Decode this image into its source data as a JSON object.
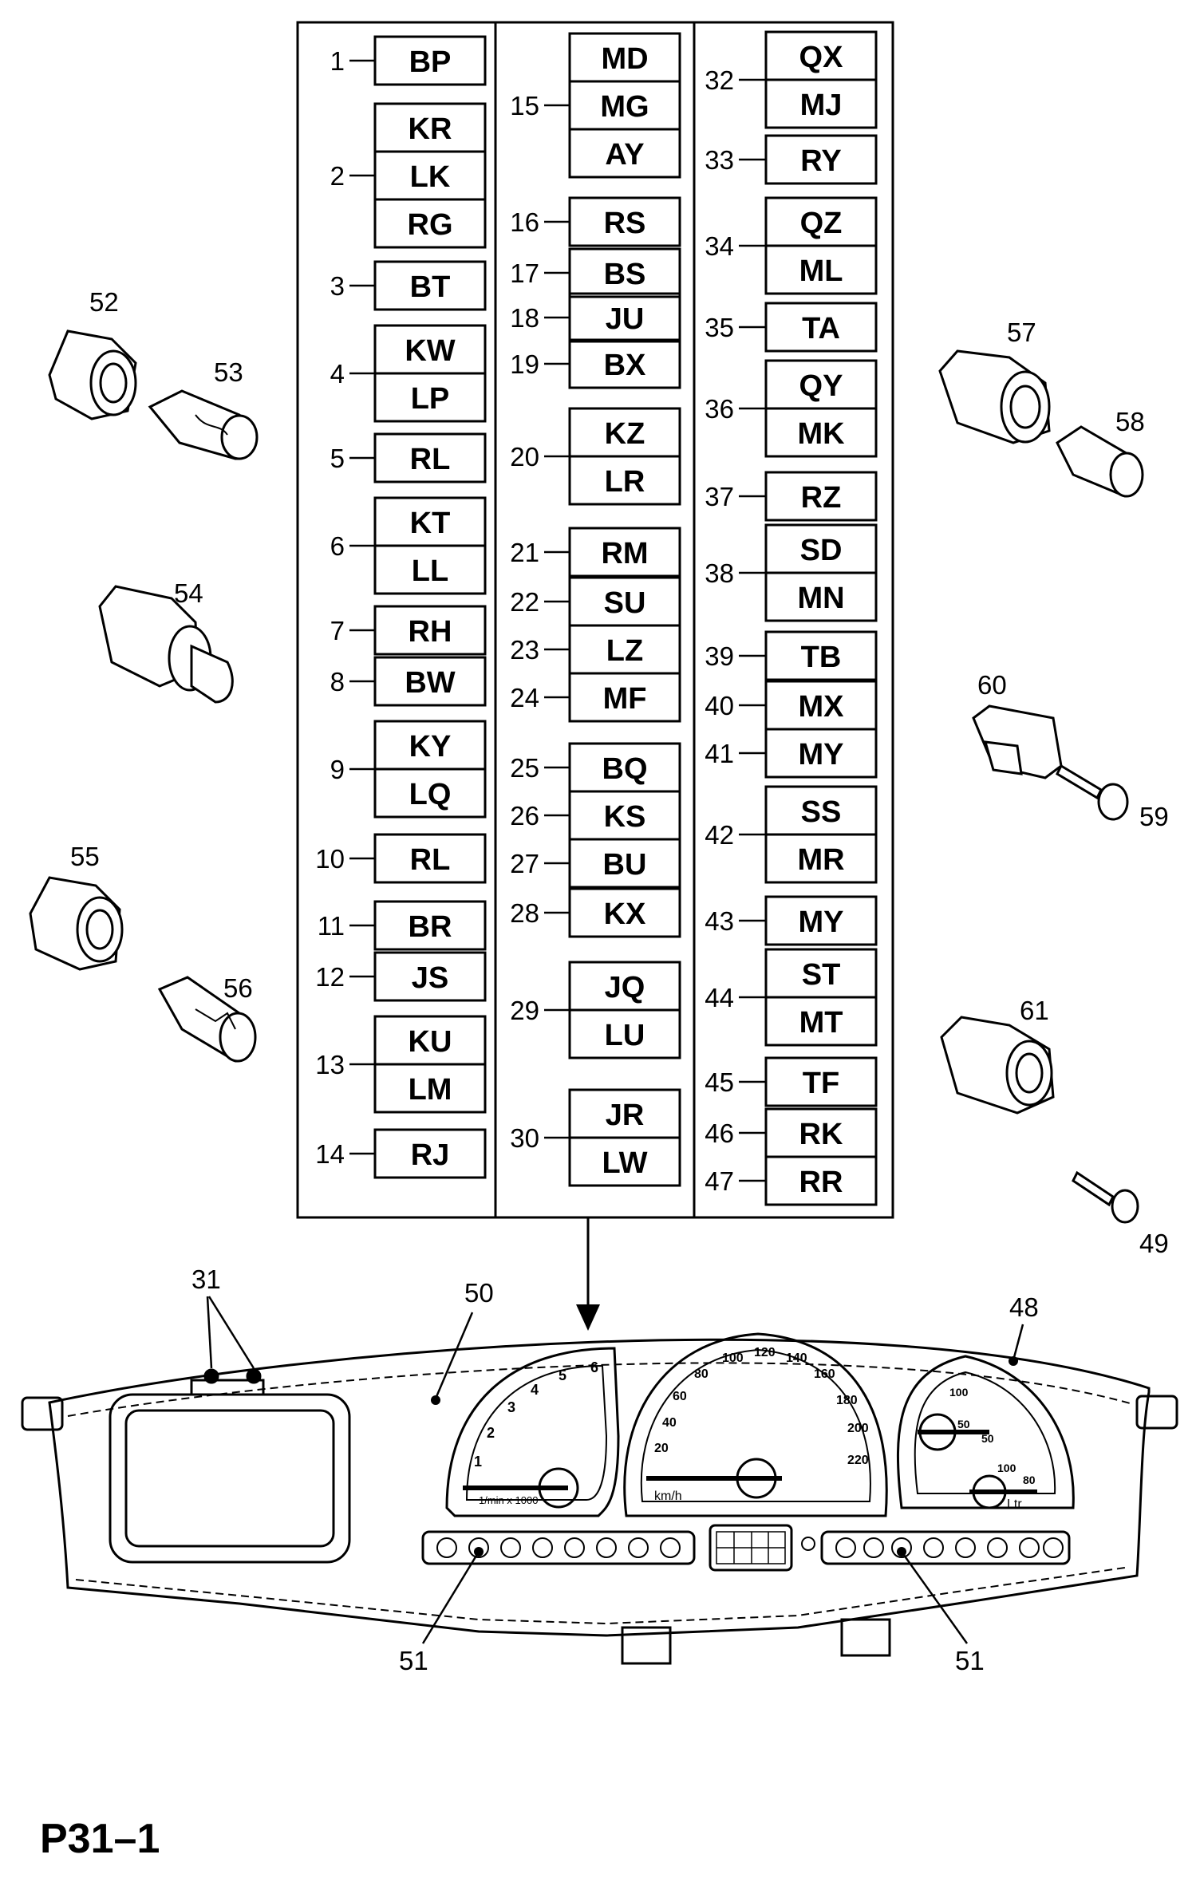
{
  "page_ref": "P31–1",
  "table_columns": [
    [
      {
        "n": "1",
        "codes": [
          "BP"
        ]
      },
      {
        "n": "2",
        "codes": [
          "KR",
          "LK",
          "RG"
        ]
      },
      {
        "n": "3",
        "codes": [
          "BT"
        ]
      },
      {
        "n": "4",
        "codes": [
          "KW",
          "LP"
        ]
      },
      {
        "n": "5",
        "codes": [
          "RL"
        ]
      },
      {
        "n": "6",
        "codes": [
          "KT",
          "LL"
        ]
      },
      {
        "n": "7",
        "codes": [
          "RH"
        ]
      },
      {
        "n": "8",
        "codes": [
          "BW"
        ]
      },
      {
        "n": "9",
        "codes": [
          "KY",
          "LQ"
        ]
      },
      {
        "n": "10",
        "codes": [
          "RL"
        ]
      },
      {
        "n": "11",
        "codes": [
          "BR"
        ]
      },
      {
        "n": "12",
        "codes": [
          "JS"
        ]
      },
      {
        "n": "13",
        "codes": [
          "KU",
          "LM"
        ]
      },
      {
        "n": "14",
        "codes": [
          "RJ"
        ]
      }
    ],
    [
      {
        "n": "15",
        "codes": [
          "MD",
          "MG",
          "AY"
        ]
      },
      {
        "n": "16",
        "codes": [
          "RS"
        ]
      },
      {
        "n": "17",
        "codes": [
          "BS"
        ]
      },
      {
        "n": "18",
        "codes": [
          "JU"
        ]
      },
      {
        "n": "19",
        "codes": [
          "BX"
        ]
      },
      {
        "n": "20",
        "codes": [
          "KZ",
          "LR"
        ]
      },
      {
        "n": "21",
        "codes": [
          "RM"
        ]
      },
      {
        "n": "22",
        "codes": [
          "SU"
        ]
      },
      {
        "n": "23",
        "codes": [
          "LZ"
        ]
      },
      {
        "n": "24",
        "codes": [
          "MF"
        ]
      },
      {
        "n": "25",
        "codes": [
          "BQ"
        ]
      },
      {
        "n": "26",
        "codes": [
          "KS"
        ]
      },
      {
        "n": "27",
        "codes": [
          "BU"
        ]
      },
      {
        "n": "28",
        "codes": [
          "KX"
        ]
      },
      {
        "n": "29",
        "codes": [
          "JQ",
          "LU"
        ]
      },
      {
        "n": "30",
        "codes": [
          "JR",
          "LW"
        ]
      }
    ],
    [
      {
        "n": "32",
        "codes": [
          "QX",
          "MJ"
        ]
      },
      {
        "n": "33",
        "codes": [
          "RY"
        ]
      },
      {
        "n": "34",
        "codes": [
          "QZ",
          "ML"
        ]
      },
      {
        "n": "35",
        "codes": [
          "TA"
        ]
      },
      {
        "n": "36",
        "codes": [
          "QY",
          "MK"
        ]
      },
      {
        "n": "37",
        "codes": [
          "RZ"
        ]
      },
      {
        "n": "38",
        "codes": [
          "SD",
          "MN"
        ]
      },
      {
        "n": "39",
        "codes": [
          "TB"
        ]
      },
      {
        "n": "40",
        "codes": [
          "MX"
        ]
      },
      {
        "n": "41",
        "codes": [
          "MY"
        ]
      },
      {
        "n": "42",
        "codes": [
          "SS",
          "MR"
        ]
      },
      {
        "n": "43",
        "codes": [
          "MY"
        ]
      },
      {
        "n": "44",
        "codes": [
          "ST",
          "MT"
        ]
      },
      {
        "n": "45",
        "codes": [
          "TF"
        ]
      },
      {
        "n": "46",
        "codes": [
          "RK"
        ]
      },
      {
        "n": "47",
        "codes": [
          "RR"
        ]
      }
    ]
  ],
  "callouts": {
    "c31": "31",
    "c48": "48",
    "c49": "49",
    "c50": "50",
    "c51a": "51",
    "c51b": "51",
    "c52": "52",
    "c53": "53",
    "c54": "54",
    "c55": "55",
    "c56": "56",
    "c57": "57",
    "c58": "58",
    "c59": "59",
    "c60": "60",
    "c61": "61"
  },
  "tachometer_ticks": [
    "1",
    "2",
    "3",
    "4",
    "5",
    "6"
  ],
  "tachometer_unit": "1/min x 1000",
  "speedometer_ticks": [
    "20",
    "40",
    "60",
    "80",
    "100",
    "120",
    "140",
    "160",
    "180",
    "200",
    "220"
  ],
  "speedometer_unit": "km/h",
  "gauge_marks": [
    "100",
    "50",
    "50",
    "100",
    "80"
  ],
  "gauge_unit": "Ltr"
}
